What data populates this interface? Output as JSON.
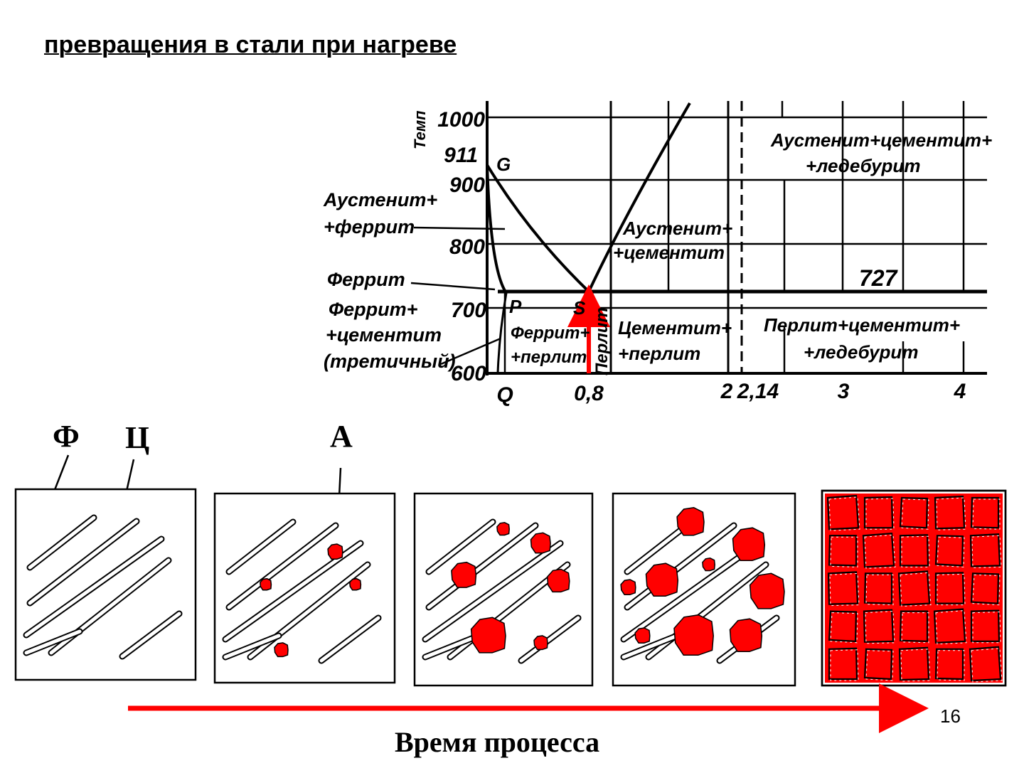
{
  "slide": {
    "title": "превращения в стали при нагреве",
    "page_number": "16",
    "time_caption": "Время процесса"
  },
  "diagram": {
    "temp_axis_label": "Темп",
    "temp_ticks": [
      "1000",
      "911",
      "900",
      "800",
      "700",
      "600"
    ],
    "carbon_ticks": [
      "Q",
      "0,8",
      "2",
      "2,14",
      "3",
      "4"
    ],
    "point_labels": [
      "G",
      "P",
      "S",
      "727"
    ],
    "left_annotations": {
      "austenite_ferrite_1": "Аустенит+",
      "austenite_ferrite_2": "+феррит",
      "ferrite": "Феррит",
      "ferrite_cementite_1": "Феррит+",
      "ferrite_cementite_2": "+цементит",
      "ferrite_cementite_3": "(третичный)"
    },
    "regions": {
      "aust_cem_1": "Аустенит+",
      "aust_cem_2": "+цементит",
      "aust_cem_led_1": "Аустенит+цементит+",
      "aust_cem_led_2": "+ледебурит",
      "ferrite_perlite_1": "Феррит+",
      "ferrite_perlite_2": "+перлит",
      "perlite": "Перлит",
      "cem_perlite_1": "Цементит+",
      "cem_perlite_2": "+перлит",
      "perl_cem_led_1": "Перлит+цементит+",
      "perl_cem_led_2": "+ледебурит"
    },
    "accent_color": "#ff0000"
  },
  "phase_labels": {
    "ferrite": "Ф",
    "cementite": "Ц",
    "austenite": "А"
  }
}
